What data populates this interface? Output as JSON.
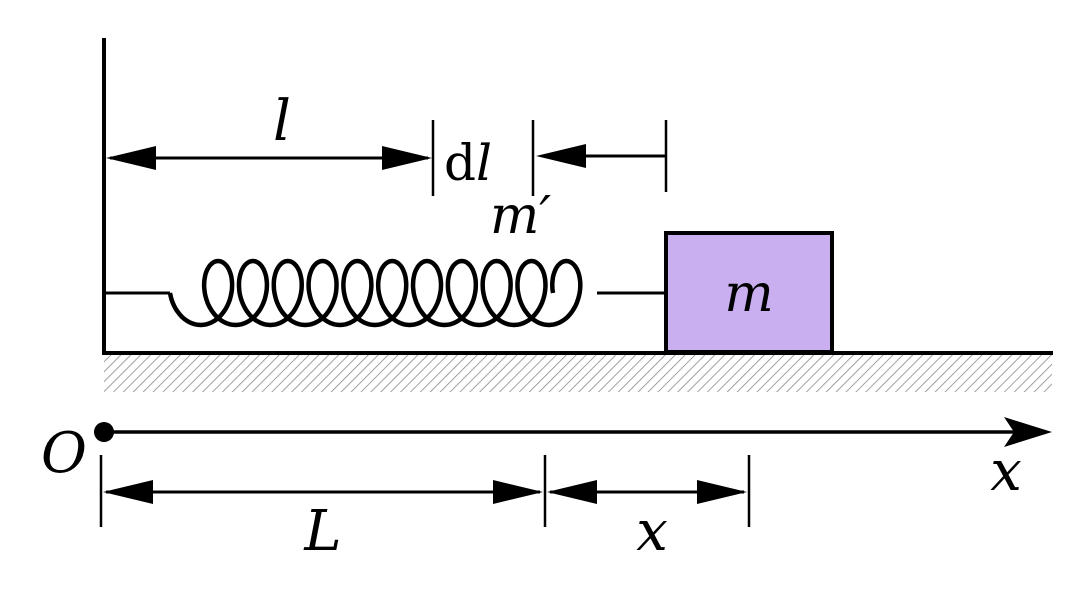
{
  "labels": {
    "spring_element_length": "l",
    "differential_element": "dl",
    "differential_d": "d",
    "differential_l": "l",
    "spring_mass": "m′",
    "block_mass": "m",
    "origin": "O",
    "axis": "x",
    "natural_length": "L",
    "displacement": "x"
  },
  "colors": {
    "block_fill": "#c9aff0",
    "ink": "#000000",
    "hatch": "#8a8a8a"
  }
}
